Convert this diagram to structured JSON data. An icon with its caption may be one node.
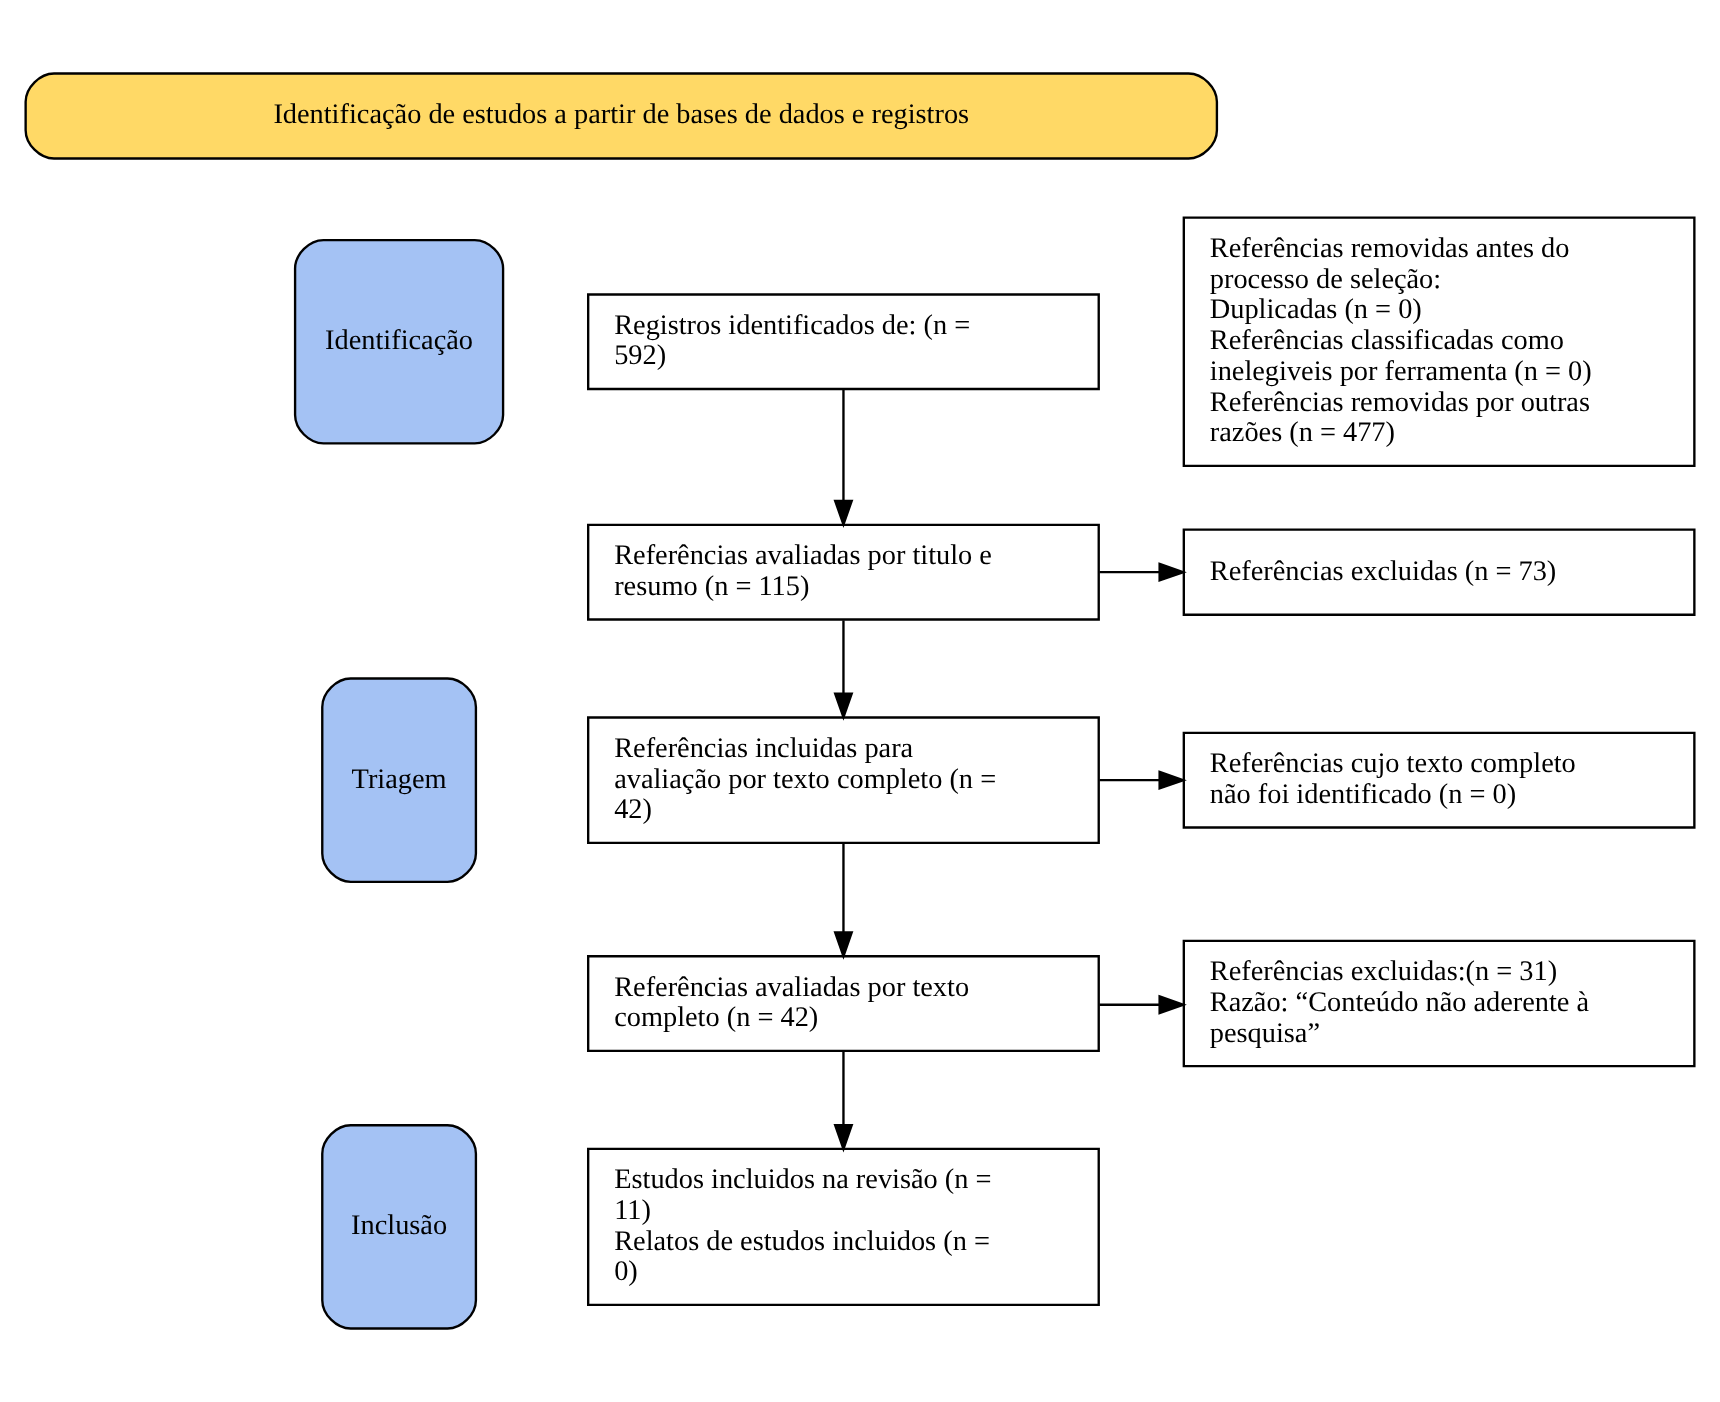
{
  "diagram": {
    "nodes": [
      {
        "text": [
          "Identificação de estudos a partir de bases de dados e registros"
        ]
      },
      {
        "text": [
          "Identificação"
        ]
      },
      {
        "text": [
          "Registros identificados de: (n = 592)"
        ]
      },
      {
        "text": [
          "Referências removidas antes do processo de seleção:",
          "Duplicadas (n = 0)",
          "Referências classificadas como inelegiveis por ferramenta (n = 0)",
          "Referências removidas por outras razões (n = 477)"
        ]
      },
      {
        "text": [
          "Triagem"
        ]
      },
      {
        "text": [
          "Referências avaliadas por titulo e resumo (n = 115)"
        ]
      },
      {
        "text": [
          "Referências excluidas (n = 73)"
        ]
      },
      {
        "text": [
          "Referências incluidas para avaliação por texto completo (n = 42)"
        ]
      },
      {
        "text": [
          "Referências cujo texto completo não foi identificado (n = 0)"
        ]
      },
      {
        "text": [
          "Referências avaliadas por texto completo (n = 42)"
        ]
      },
      {
        "text": [
          "Referências excluidas:(n = 31)",
          "Razão: “Conteúdo não aderente à pesquisa”"
        ]
      },
      {
        "text": [
          "Inclusão"
        ]
      },
      {
        "text": [
          "Estudos incluidos na revisão (n = 11)",
          "Relatos de estudos incluidos (n = 0)"
        ]
      }
    ],
    "edges": [
      {
        "from": 2,
        "to": 5,
        "arrow": "to"
      },
      {
        "from": 5,
        "to": 6,
        "arrow": "to"
      },
      {
        "from": 5,
        "to": 7,
        "arrow": "to"
      },
      {
        "from": 7,
        "to": 8,
        "arrow": "to"
      },
      {
        "from": 7,
        "to": 9,
        "arrow": "to"
      },
      {
        "from": 9,
        "to": 10,
        "arrow": "to"
      },
      {
        "from": 9,
        "to": 12,
        "arrow": "to"
      }
    ]
  }
}
